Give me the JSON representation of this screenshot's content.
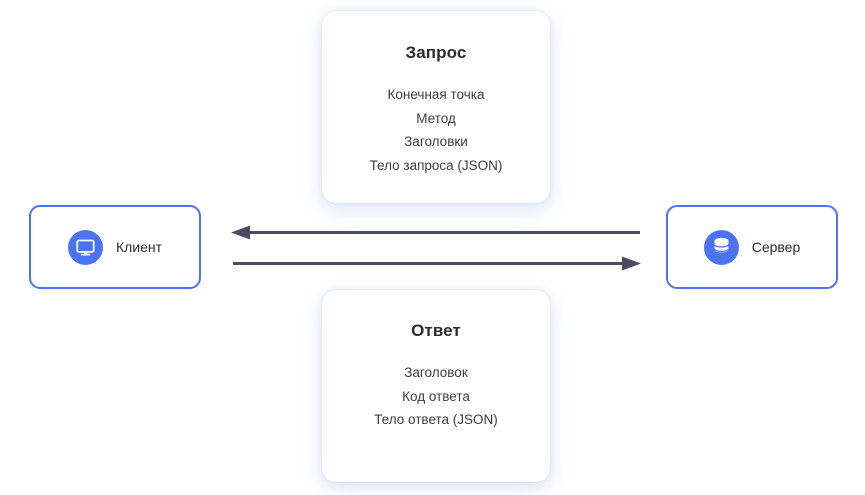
{
  "diagram": {
    "title_colors": {
      "accent_blue": "#4a74f5",
      "arrow": "#4a4a63",
      "text": "#2c2c2e",
      "card_shadow": "#dbe4f7",
      "background": "#ffffff"
    },
    "request_card": {
      "title": "Запрос",
      "lines": [
        "Конечная точка",
        "Метод",
        "Заголовки",
        "Тело запроса (JSON)"
      ]
    },
    "response_card": {
      "title": "Ответ",
      "lines": [
        "Заголовок",
        "Код ответа",
        "Тело ответа (JSON)"
      ]
    },
    "nodes": [
      {
        "id": "client",
        "label": "Клиент",
        "icon": "monitor-icon"
      },
      {
        "id": "server",
        "label": "Сервер",
        "icon": "database-icon"
      }
    ],
    "arrows": [
      {
        "id": "response-arrow",
        "direction": "left",
        "from": "server",
        "to": "client"
      },
      {
        "id": "request-arrow",
        "direction": "right",
        "from": "client",
        "to": "server"
      }
    ]
  }
}
